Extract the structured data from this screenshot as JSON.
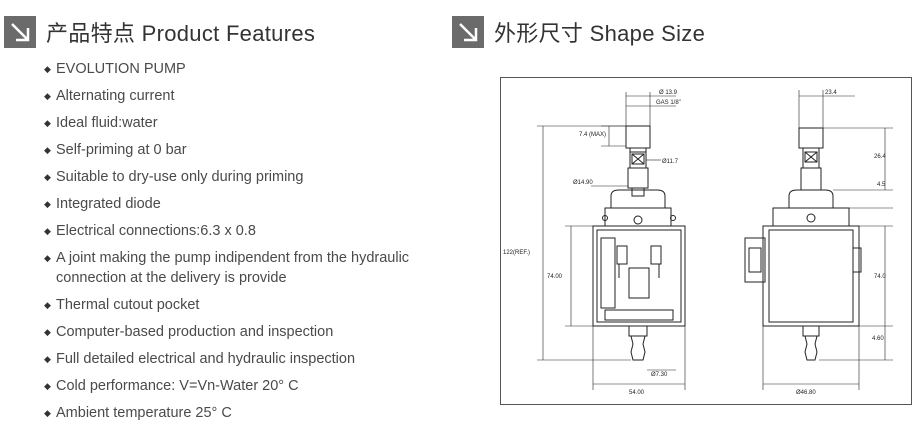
{
  "left_section": {
    "title": "产品特点 Product Features",
    "icon": "arrow-down-right-icon"
  },
  "right_section": {
    "title": "外形尺寸 Shape Size",
    "icon": "arrow-down-right-icon"
  },
  "features": [
    "EVOLUTION PUMP",
    "Alternating current",
    "Ideal fluid:water",
    "Self-priming at 0 bar",
    "Suitable to dry-use only during priming",
    "Integrated diode",
    "Electrical connections:6.3 x 0.8",
    "A joint making the pump indipendent from the hydraulic connection at the delivery is provide",
    "Thermal cutout pocket",
    "Computer-based production and inspection",
    "Full detailed electrical and hydraulic inspection",
    "Cold performance: V=Vn-Water 20°  C",
    "Ambient temperature 25°  C"
  ],
  "drawing": {
    "front_labels": {
      "d13": "Ø 13.9",
      "gas": "GAS 1/8\"",
      "max": "7.4 (MAX)",
      "d117": "Ø11.7",
      "d1490": "Ø14.90",
      "ref": "122(REF.)",
      "h74": "74.00",
      "d730": "Ø7.30",
      "w54": "54.00"
    },
    "side_labels": {
      "w234": "23.4",
      "h264": "26.4",
      "h45": "4.5",
      "h74": "74.0",
      "h460": "4.60",
      "d4680": "Ø46.80"
    }
  },
  "colors": {
    "badge": "#6b6b6b",
    "text": "#4a4a4a",
    "title": "#333333",
    "frame": "#555555"
  }
}
